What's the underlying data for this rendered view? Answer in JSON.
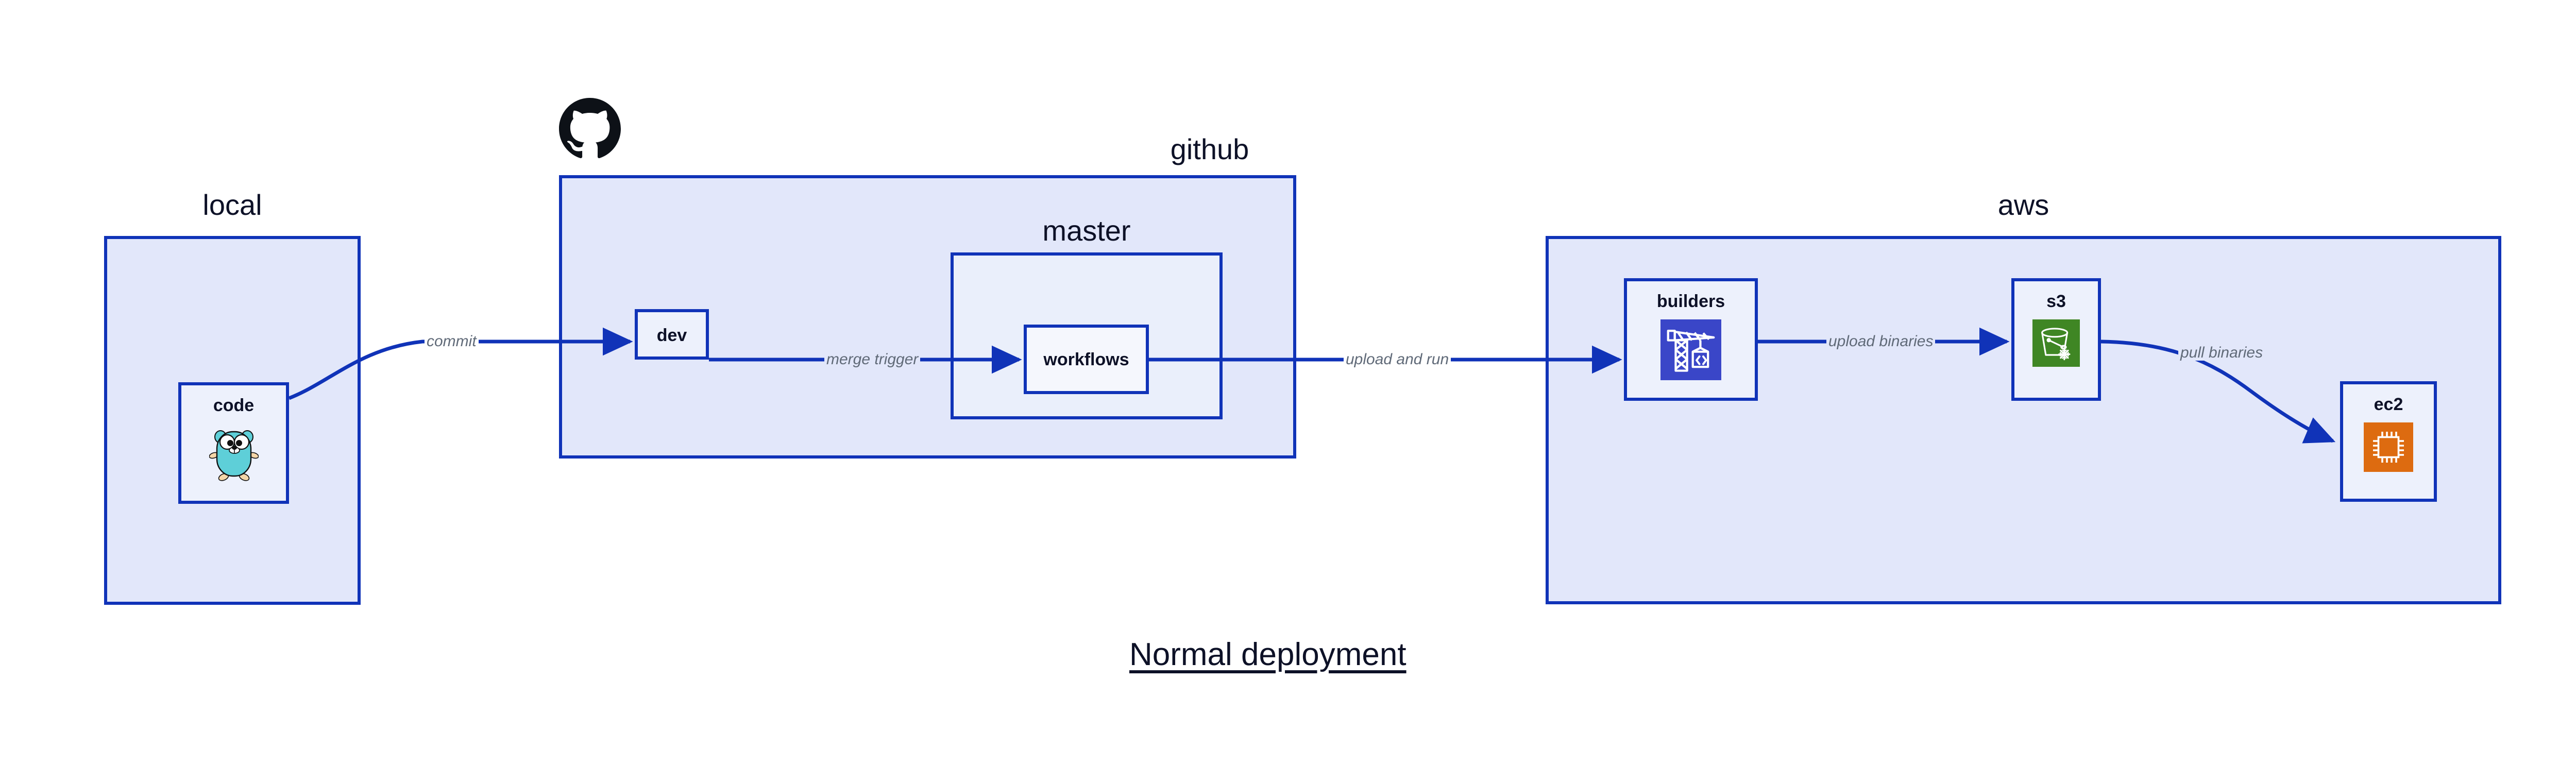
{
  "diagram": {
    "title": "Normal deployment",
    "background": "#ffffff",
    "accent_border": "#1033b8",
    "group_fill": "#e2e7fa",
    "node_fill": "#edf1fc",
    "label_color": "#0d1127",
    "edge_label_color": "#606a78"
  },
  "groups": [
    {
      "id": "local",
      "label": "local"
    },
    {
      "id": "github",
      "label": "github"
    },
    {
      "id": "master",
      "label": "master"
    },
    {
      "id": "aws",
      "label": "aws"
    }
  ],
  "nodes": [
    {
      "id": "code",
      "label": "code",
      "icon": "go-gopher-icon",
      "icon_color": "#5ecfd8"
    },
    {
      "id": "dev",
      "label": "dev",
      "icon": null,
      "icon_color": null
    },
    {
      "id": "workflows",
      "label": "workflows",
      "icon": null,
      "icon_color": null
    },
    {
      "id": "builders",
      "label": "builders",
      "icon": "aws-crane-icon",
      "icon_color": "#3a46c8"
    },
    {
      "id": "s3",
      "label": "s3",
      "icon": "aws-s3-glacier-icon",
      "icon_color": "#3f8624"
    },
    {
      "id": "ec2",
      "label": "ec2",
      "icon": "aws-ec2-chip-icon",
      "icon_color": "#dd6b10"
    }
  ],
  "edges": [
    {
      "id": "code-dev",
      "label": "commit"
    },
    {
      "id": "dev-workflows",
      "label": "merge trigger"
    },
    {
      "id": "workflows-builders",
      "label": "upload and run"
    },
    {
      "id": "builders-s3",
      "label": "upload binaries"
    },
    {
      "id": "s3-ec2",
      "label": "pull binaries"
    }
  ],
  "logos": [
    {
      "id": "github-logo",
      "name": "github-octocat-icon",
      "color": "#0d1117"
    }
  ]
}
